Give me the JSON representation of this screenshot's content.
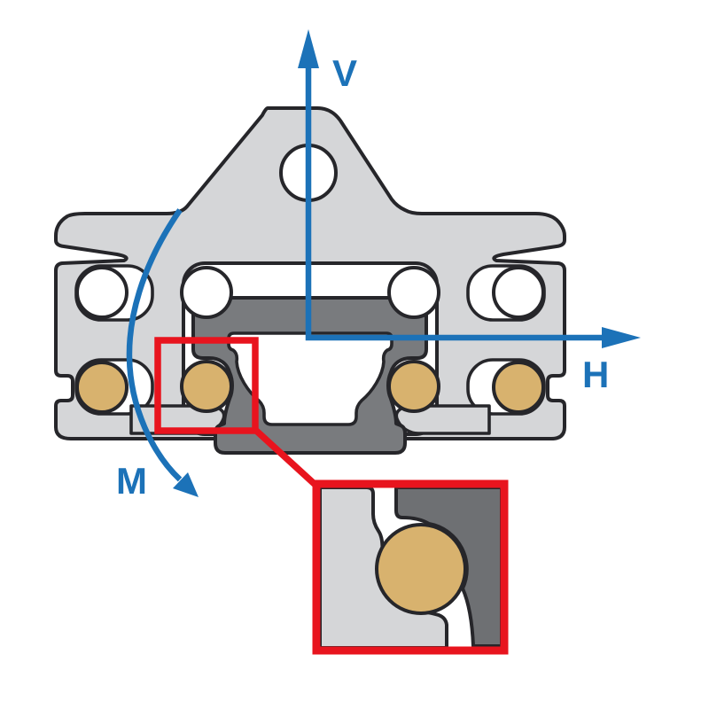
{
  "diagram": {
    "description": "Cross-section of a linear guide rail and carriage showing load directions",
    "axis_labels": {
      "vertical": "V",
      "horizontal": "H",
      "moment": "M"
    },
    "colors": {
      "carriage_gray": "#d5d6d8",
      "rail_gray": "#797b7e",
      "rail_gray_detail": "#6e7073",
      "ball_tan": "#d8b26e",
      "ball_white": "#ffffff",
      "outline_black": "#26262a",
      "axis_blue": "#1c72b8",
      "highlight_red": "#e8141e",
      "background": "#ffffff"
    }
  }
}
